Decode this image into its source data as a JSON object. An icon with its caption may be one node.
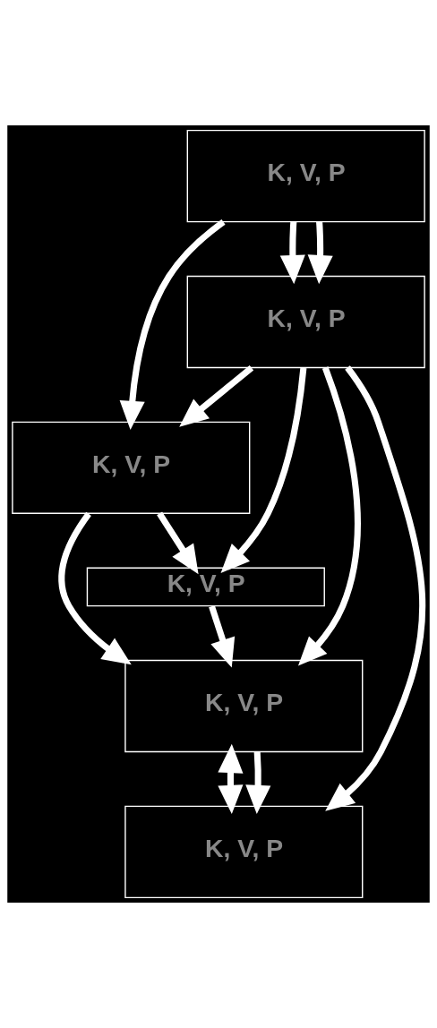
{
  "diagram": {
    "nodes": [
      {
        "text": [
          "K, V, P"
        ]
      },
      {
        "text": [
          "K, V, P"
        ]
      },
      {
        "text": [
          "K, V, P"
        ]
      },
      {
        "text": [
          "K, V, P"
        ]
      },
      {
        "text": [
          "K, V, P"
        ]
      },
      {
        "text": [
          "K, V, P"
        ]
      }
    ],
    "edges": [
      {
        "from": 0,
        "to": 1,
        "arrow": "to"
      },
      {
        "from": 0,
        "to": 1,
        "arrow": "to"
      },
      {
        "from": 0,
        "to": 2,
        "arrow": "to"
      },
      {
        "from": 1,
        "to": 2,
        "arrow": "to"
      },
      {
        "from": 1,
        "to": 3,
        "arrow": "to"
      },
      {
        "from": 2,
        "to": 3,
        "arrow": "to"
      },
      {
        "from": 1,
        "to": 4,
        "arrow": "to"
      },
      {
        "from": 1,
        "to": 5,
        "arrow": "to"
      },
      {
        "from": 3,
        "to": 4,
        "arrow": "to"
      },
      {
        "from": 2,
        "to": 4,
        "arrow": "to"
      },
      {
        "from": 4,
        "to": 5,
        "arrow": "both"
      },
      {
        "from": 4,
        "to": 5,
        "arrow": "to"
      }
    ]
  }
}
